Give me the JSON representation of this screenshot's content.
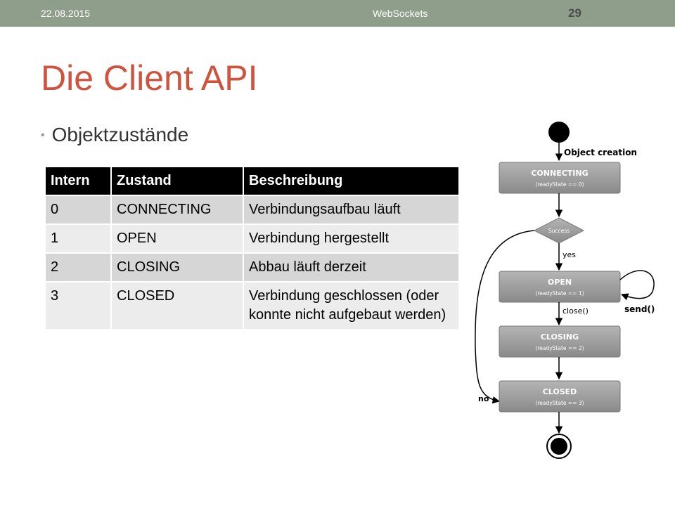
{
  "header": {
    "date": "22.08.2015",
    "title": "WebSockets",
    "page": "29"
  },
  "slide": {
    "title": "Die Client API",
    "bullet": "Objektzustände"
  },
  "table": {
    "headers": [
      "Intern",
      "Zustand",
      "Beschreibung"
    ],
    "rows": [
      {
        "intern": "0",
        "zustand": "CONNECTING",
        "beschreibung": "Verbindungsaufbau läuft"
      },
      {
        "intern": "1",
        "zustand": "OPEN",
        "beschreibung": "Verbindung hergestellt"
      },
      {
        "intern": "2",
        "zustand": "CLOSING",
        "beschreibung": "Abbau läuft derzeit"
      },
      {
        "intern": "3",
        "zustand": "CLOSED",
        "beschreibung": "Verbindung geschlossen (oder konnte nicht aufgebaut werden)"
      }
    ]
  },
  "diagram": {
    "object_creation": "Object creation",
    "states": [
      {
        "name": "CONNECTING",
        "sub": "(readyState == 0)"
      },
      {
        "name": "OPEN",
        "sub": "(readyState == 1)"
      },
      {
        "name": "CLOSING",
        "sub": "(readyState == 2)"
      },
      {
        "name": "CLOSED",
        "sub": "(readyState == 3)"
      }
    ],
    "decision": "Success",
    "yes": "yes",
    "no": "no",
    "close": "close()",
    "send": "send()"
  }
}
